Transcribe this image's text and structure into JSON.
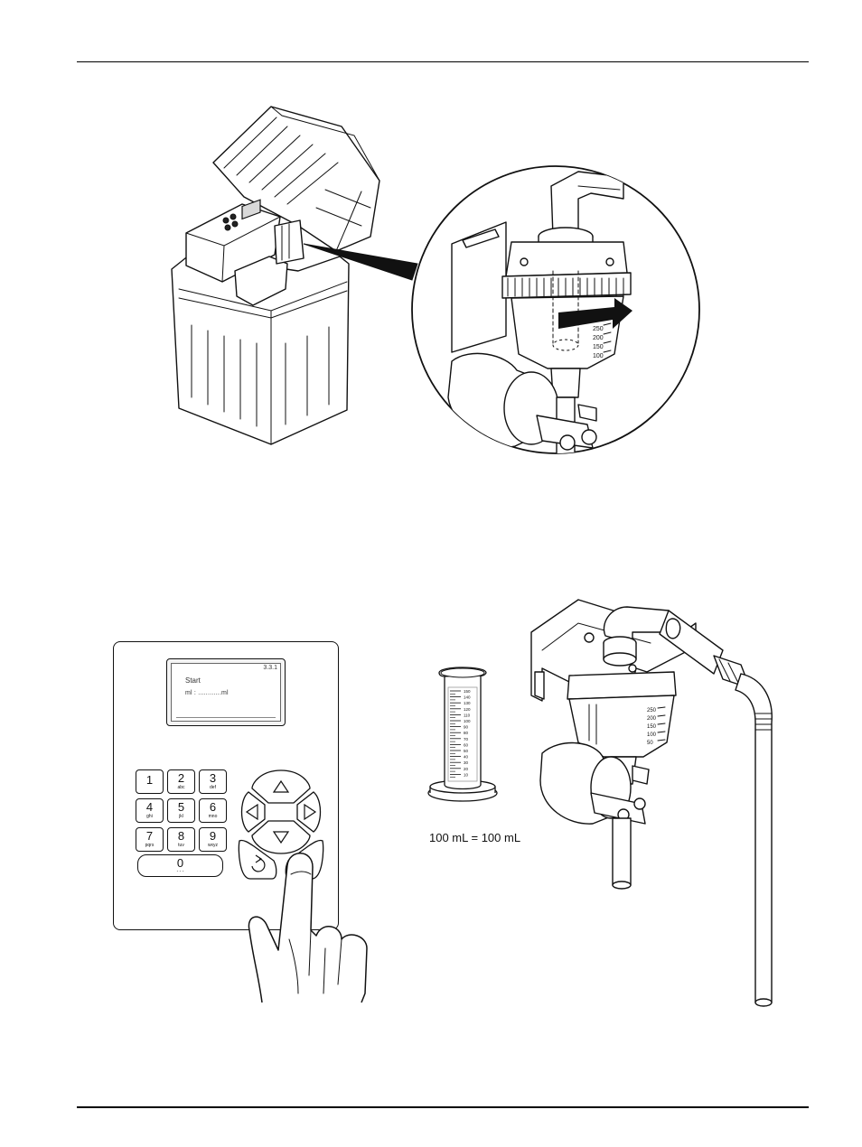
{
  "figure_1": {
    "bowl_scale_marks": [
      "250",
      "200",
      "150",
      "100"
    ]
  },
  "figure_2": {
    "display": {
      "menu_code": "3.3.1",
      "line_1": "Start",
      "line_2": "ml : ............ml"
    },
    "keypad": [
      {
        "digit": "1",
        "letters": ""
      },
      {
        "digit": "2",
        "letters": "abc"
      },
      {
        "digit": "3",
        "letters": "def"
      },
      {
        "digit": "4",
        "letters": "ghi"
      },
      {
        "digit": "5",
        "letters": "jkl"
      },
      {
        "digit": "6",
        "letters": "mno"
      },
      {
        "digit": "7",
        "letters": "pqrs"
      },
      {
        "digit": "8",
        "letters": "tuv"
      },
      {
        "digit": "9",
        "letters": "wxyz"
      },
      {
        "digit": "0",
        "letters": "- - -"
      }
    ],
    "cylinder_scale": [
      "150",
      "140",
      "130",
      "120",
      "110",
      "100",
      "90",
      "80",
      "70",
      "60",
      "50",
      "40",
      "30",
      "20",
      "10"
    ],
    "equation": "100 mL = 100 mL",
    "bowl_scale_marks": [
      "250",
      "200",
      "150",
      "100",
      "50"
    ]
  }
}
